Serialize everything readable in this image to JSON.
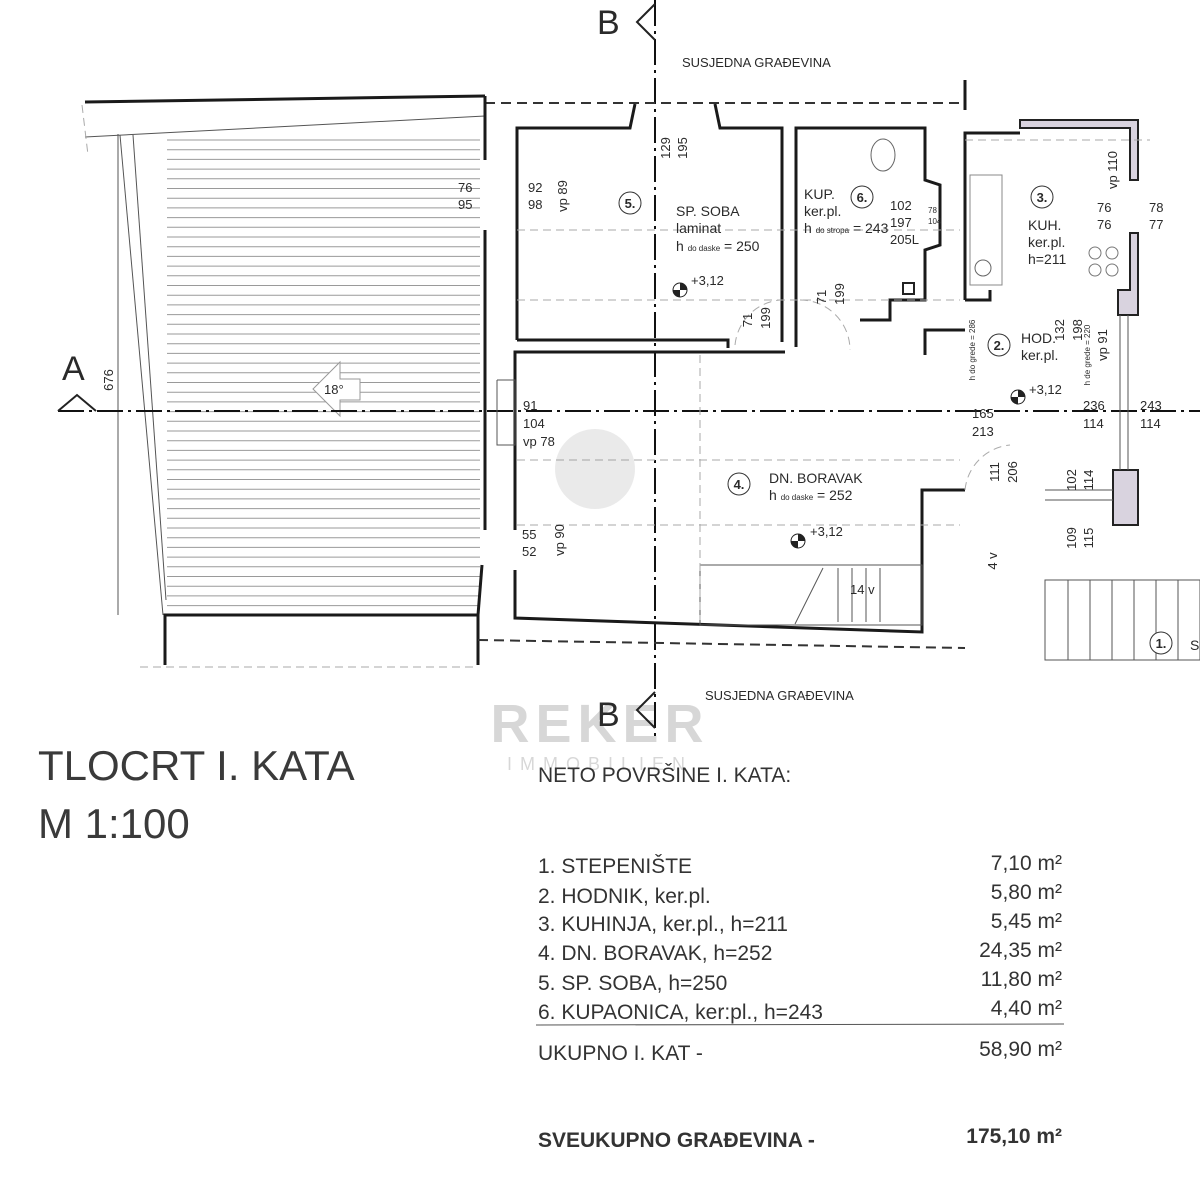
{
  "title": {
    "main": "TLOCRT I. KATA",
    "scale": "M 1:100"
  },
  "sections": {
    "a": "A",
    "b": "B"
  },
  "neighbors": "SUSJEDNA GRAĐEVINA",
  "roof": {
    "dimension": "676",
    "slope": "18°"
  },
  "level": "+3,12",
  "rooms": [
    {
      "number": "1.",
      "name": "S"
    },
    {
      "number": "2.",
      "name": "HOD.",
      "floor": "ker.pl."
    },
    {
      "number": "3.",
      "name": "KUH.",
      "floor": "ker.pl.",
      "height": "h=211"
    },
    {
      "number": "4.",
      "name": "DN. BORAVAK",
      "height": "h",
      "height_sub": "do daske",
      "height_val": "= 252"
    },
    {
      "number": "5.",
      "name": "SP. SOBA",
      "floor": "laminat",
      "height": "h",
      "height_sub": "do daske",
      "height_val": "= 250"
    },
    {
      "number": "6.",
      "name": "KUP.",
      "floor": "ker.pl.",
      "height": "h",
      "height_sub": "do stropa",
      "height_val": "= 243"
    }
  ],
  "dims": [
    "76",
    "95",
    "92",
    "98",
    "vp 89",
    "129",
    "195",
    "71",
    "199",
    "71",
    "199",
    "102",
    "197",
    "205L",
    "78",
    "104",
    "vp 110",
    "76",
    "76",
    "78",
    "77",
    "h do grede = 286",
    "132",
    "198",
    "h de grede = 220",
    "vp 91",
    "236",
    "114",
    "243",
    "114",
    "165",
    "213",
    "91",
    "104",
    "vp 78",
    "55",
    "52",
    "vp 90",
    "111",
    "206",
    "102",
    "114",
    "109",
    "115",
    "4 v",
    "14 v"
  ],
  "watermark": {
    "brand": "REKER",
    "sub": "IMMOBILIEN"
  },
  "areas": {
    "heading": "NETO POVRŠINE I. KATA:",
    "rows": [
      {
        "label": "1. STEPENIŠTE",
        "value": "7,10 m²"
      },
      {
        "label": "2. HODNIK, ker.pl.",
        "value": "5,80 m²"
      },
      {
        "label": "3. KUHINJA, ker.pl., h=211",
        "value": "5,45 m²"
      },
      {
        "label": "4. DN. BORAVAK, h=252",
        "value": "24,35 m²"
      },
      {
        "label": "5. SP. SOBA, h=250",
        "value": "11,80 m²"
      },
      {
        "label": "6. KUPAONICA, ker:pl., h=243",
        "value": "4,40 m²"
      }
    ],
    "total": {
      "label": "UKUPNO I. KAT -",
      "value": "58,90 m²"
    },
    "grand_total": {
      "label": "SVEUKUPNO GRAĐEVINA -",
      "value": "175,10 m²"
    }
  }
}
